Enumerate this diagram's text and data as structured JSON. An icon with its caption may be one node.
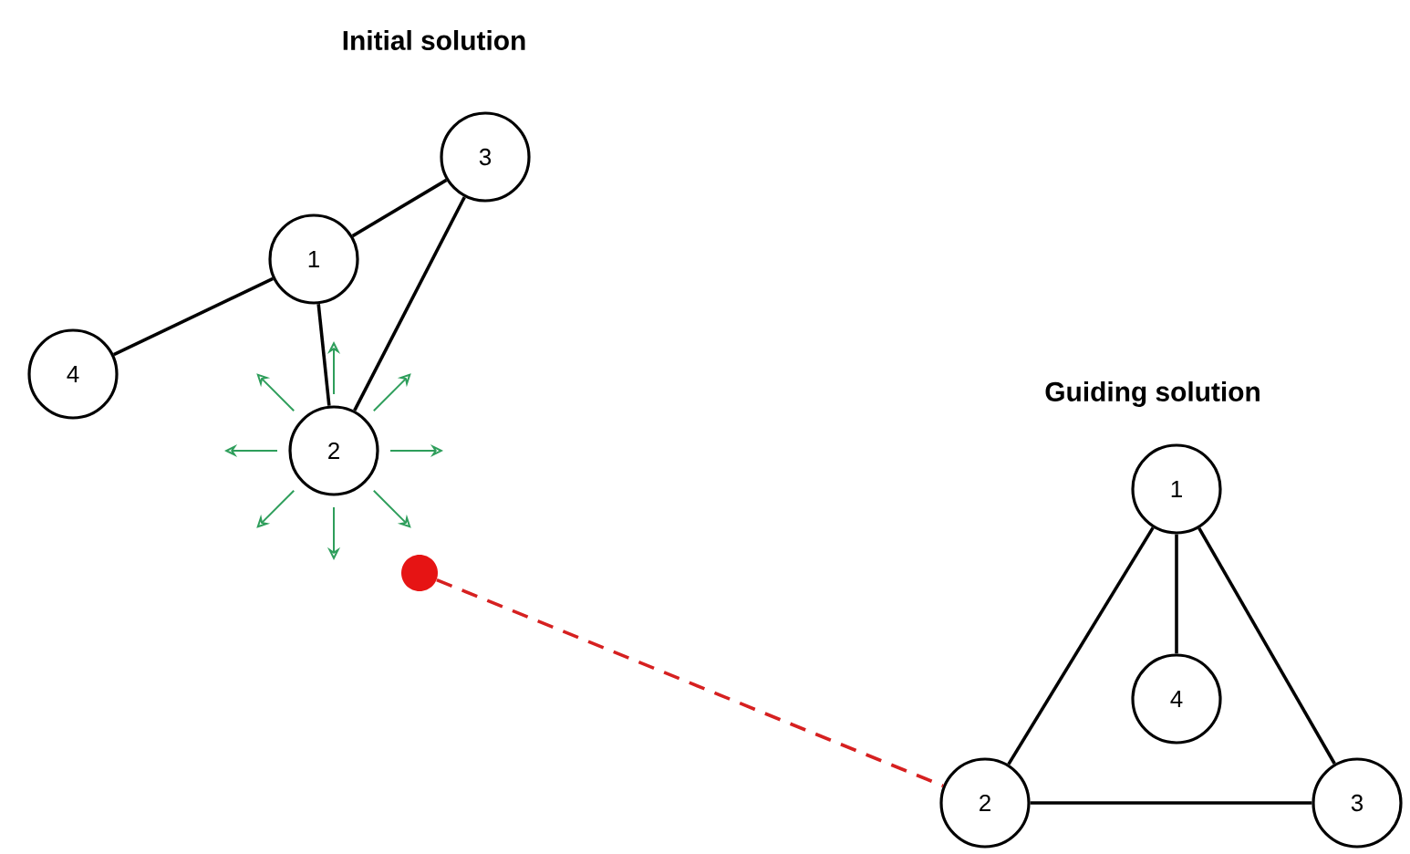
{
  "diagram": {
    "nodes": [
      {
        "text": [
          "3"
        ]
      },
      {
        "text": [
          "1"
        ]
      },
      {
        "text": [
          "4"
        ]
      },
      {
        "text": [
          "2"
        ]
      },
      {
        "text": [],
        "shape": "circle"
      },
      {
        "text": [
          "1"
        ]
      },
      {
        "text": [
          "4"
        ]
      },
      {
        "text": [
          "2"
        ]
      },
      {
        "text": [
          "3"
        ]
      }
    ],
    "edges": [
      {
        "from": 1,
        "to": 0,
        "arrow": "none"
      },
      {
        "from": 1,
        "to": 2,
        "arrow": "none"
      },
      {
        "from": 1,
        "to": 3,
        "arrow": "none"
      },
      {
        "from": 3,
        "to": 0,
        "arrow": "none"
      },
      {
        "from": 5,
        "to": 6,
        "arrow": "none"
      },
      {
        "from": 5,
        "to": 7,
        "arrow": "none"
      },
      {
        "from": 5,
        "to": 8,
        "arrow": "none"
      },
      {
        "from": 7,
        "to": 8,
        "arrow": "none"
      },
      {
        "from": 4,
        "to": 7,
        "arrow": "none",
        "style": "dashed",
        "color": "#d62020"
      }
    ],
    "labels": [
      "Initial solution",
      "Guiding solution"
    ]
  }
}
